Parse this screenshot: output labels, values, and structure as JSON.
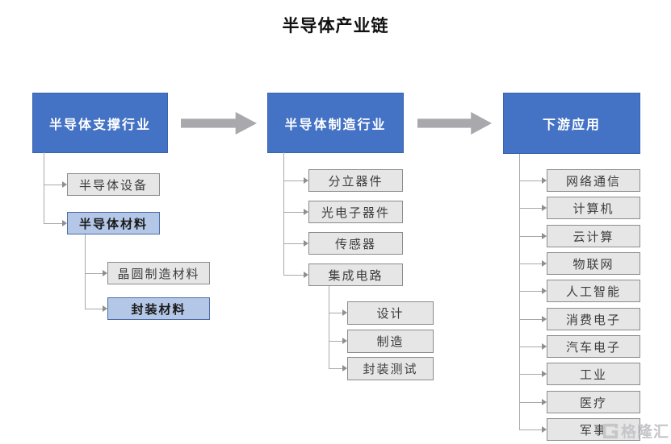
{
  "title": "半导体产业链",
  "colors": {
    "stage_blue": "#4472c4",
    "highlight_blue": "#b4c7e7",
    "node_gray": "#e7e6e6",
    "arrow_gray": "#a8a8ad"
  },
  "stages": {
    "left": {
      "header": "半导体支撑行业",
      "level1": [
        {
          "label": "半导体设备",
          "highlighted": false
        },
        {
          "label": "半导体材料",
          "highlighted": true
        }
      ],
      "material_sub": [
        {
          "label": "晶圆制造材料",
          "highlighted": false
        },
        {
          "label": "封装材料",
          "highlighted": true
        }
      ]
    },
    "middle": {
      "header": "半导体制造行业",
      "level1": [
        {
          "label": "分立器件"
        },
        {
          "label": "光电子器件"
        },
        {
          "label": "传感器"
        },
        {
          "label": "集成电路"
        }
      ],
      "ic_sub": [
        {
          "label": "设计"
        },
        {
          "label": "制造"
        },
        {
          "label": "封装测试"
        }
      ]
    },
    "right": {
      "header": "下游应用",
      "level1": [
        {
          "label": "网络通信"
        },
        {
          "label": "计算机"
        },
        {
          "label": "云计算"
        },
        {
          "label": "物联网"
        },
        {
          "label": "人工智能"
        },
        {
          "label": "消费电子"
        },
        {
          "label": "汽车电子"
        },
        {
          "label": "工业"
        },
        {
          "label": "医疗"
        },
        {
          "label": "军事"
        }
      ]
    }
  },
  "watermark": {
    "text": "格隆汇"
  }
}
